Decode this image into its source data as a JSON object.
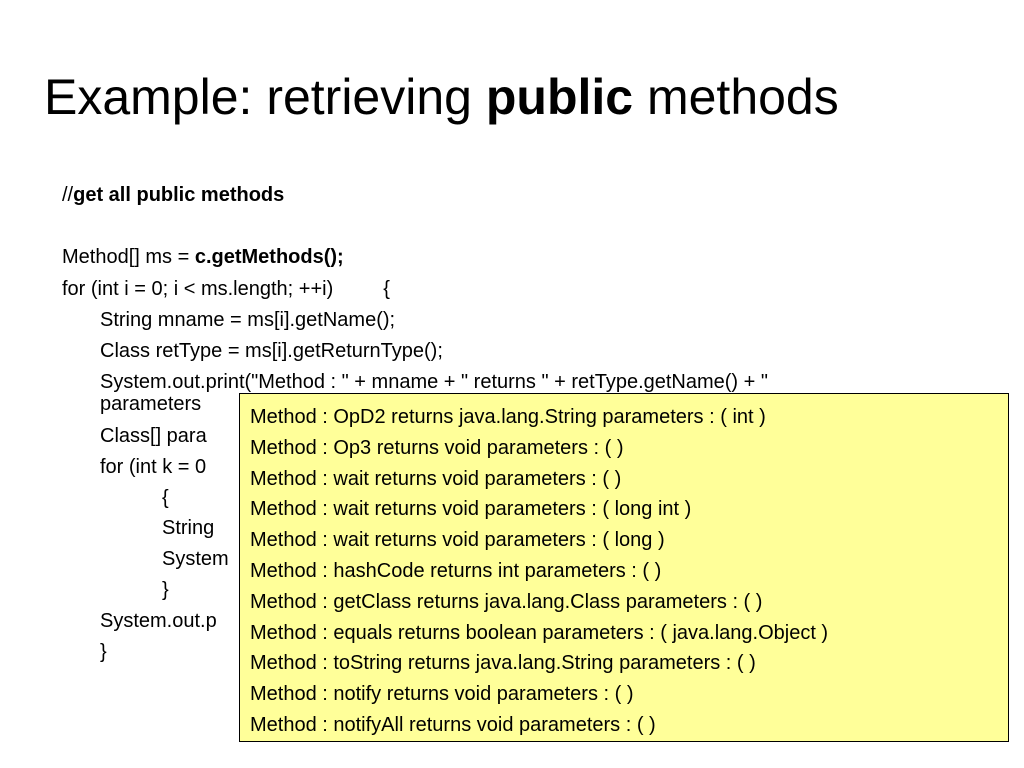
{
  "slide": {
    "title_pre": "Example: retrieving ",
    "title_bold": "public",
    "title_post": " methods"
  },
  "code": {
    "comment_prefix": "//",
    "comment_bold": "get all public methods",
    "l1_pre": "Method[] ms = ",
    "l1_bold": "c.getMethods();",
    "l2": "for (int i = 0; i < ms.length; ++i)         {",
    "l3": "String mname = ms[i].getName();",
    "l4": "Class retType = ms[i].getReturnType();",
    "l5": "System.out.print(\"Method : \" + mname + \" returns \" + retType.getName() + \"",
    "l6": "parameters",
    "l7": "Class[] para",
    "l8": "for (int k = 0",
    "l9": "{",
    "l10": "String",
    "l11": "System",
    "l12": "}",
    "l13": "System.out.p",
    "l14": "}"
  },
  "output": [
    "Method : OpD2 returns java.lang.String parameters : ( int )",
    "Method : Op3 returns void parameters : ( )",
    "Method : wait returns void parameters : ( )",
    "Method : wait returns void parameters : ( long int )",
    "Method : wait returns void parameters : ( long )",
    "Method : hashCode returns int parameters : ( )",
    "Method : getClass returns java.lang.Class parameters : ( )",
    "Method : equals returns boolean parameters : ( java.lang.Object )",
    "Method : toString returns java.lang.String parameters : ( )",
    "Method : notify returns void parameters : ( )",
    "Method : notifyAll returns void parameters : ( )"
  ],
  "colors": {
    "popup_bg": "#ffff99"
  }
}
